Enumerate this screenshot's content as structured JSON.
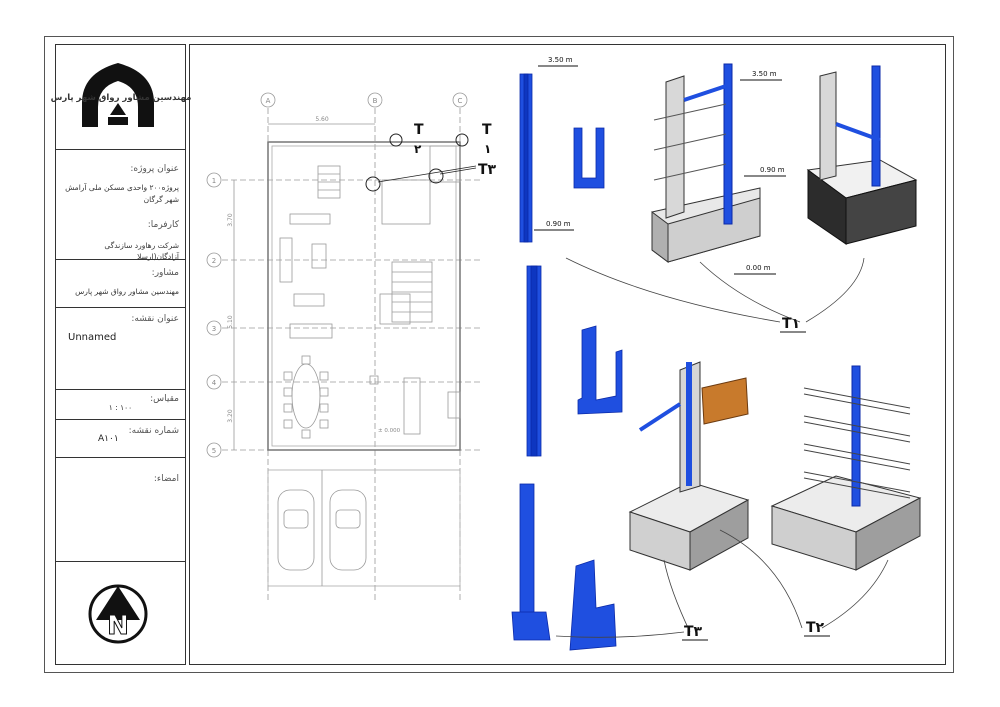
{
  "firm": {
    "logo_text": "مهندسین مشاور رواق شهر پارس"
  },
  "titleblock": {
    "project_label": "عنوان پروژه:",
    "project_value_1": "پروژه۲۰۰ واحدی مسکن ملی آرامش",
    "project_value_2": "شهر گرگان",
    "employer_label": "کارفرما:",
    "employer_value": "شرکت رهاورد سازندگی آزادگان(ارسلا",
    "consultant_label": "مشاور:",
    "consultant_value": "مهندسین مشاور رواق شهر پارس",
    "sheet_title_label": "عنوان نقشه:",
    "sheet_title_value": "Unnamed",
    "scale_label": "مقیاس:",
    "scale_value": "۱ : ۱۰۰",
    "sheet_number_label": "شماره نقشه:",
    "sheet_number_value": "A۱۰۱",
    "signature_label": "امضاء:",
    "north_symbol": "N"
  },
  "plan": {
    "grid_columns": [
      "A",
      "B",
      "C"
    ],
    "grid_rows": [
      "1",
      "2",
      "3",
      "4",
      "5"
    ],
    "dim_top": "5.60",
    "dim_left_1": "3.70",
    "dim_left_2": "5.10",
    "dim_left_3": "3.20",
    "level_note": "± 0.000",
    "section_tags": [
      "T",
      "۲",
      "T",
      "۱",
      "T۳"
    ]
  },
  "details": {
    "elev_350_a": "3.50 m",
    "elev_090_a": "0.90 m",
    "elev_350_b": "3.50 m",
    "elev_090_b": "0.90 m",
    "elev_000": "0.00 m",
    "callout_t1": "T۱",
    "callout_t2": "T۲",
    "callout_t3": "T۳"
  }
}
